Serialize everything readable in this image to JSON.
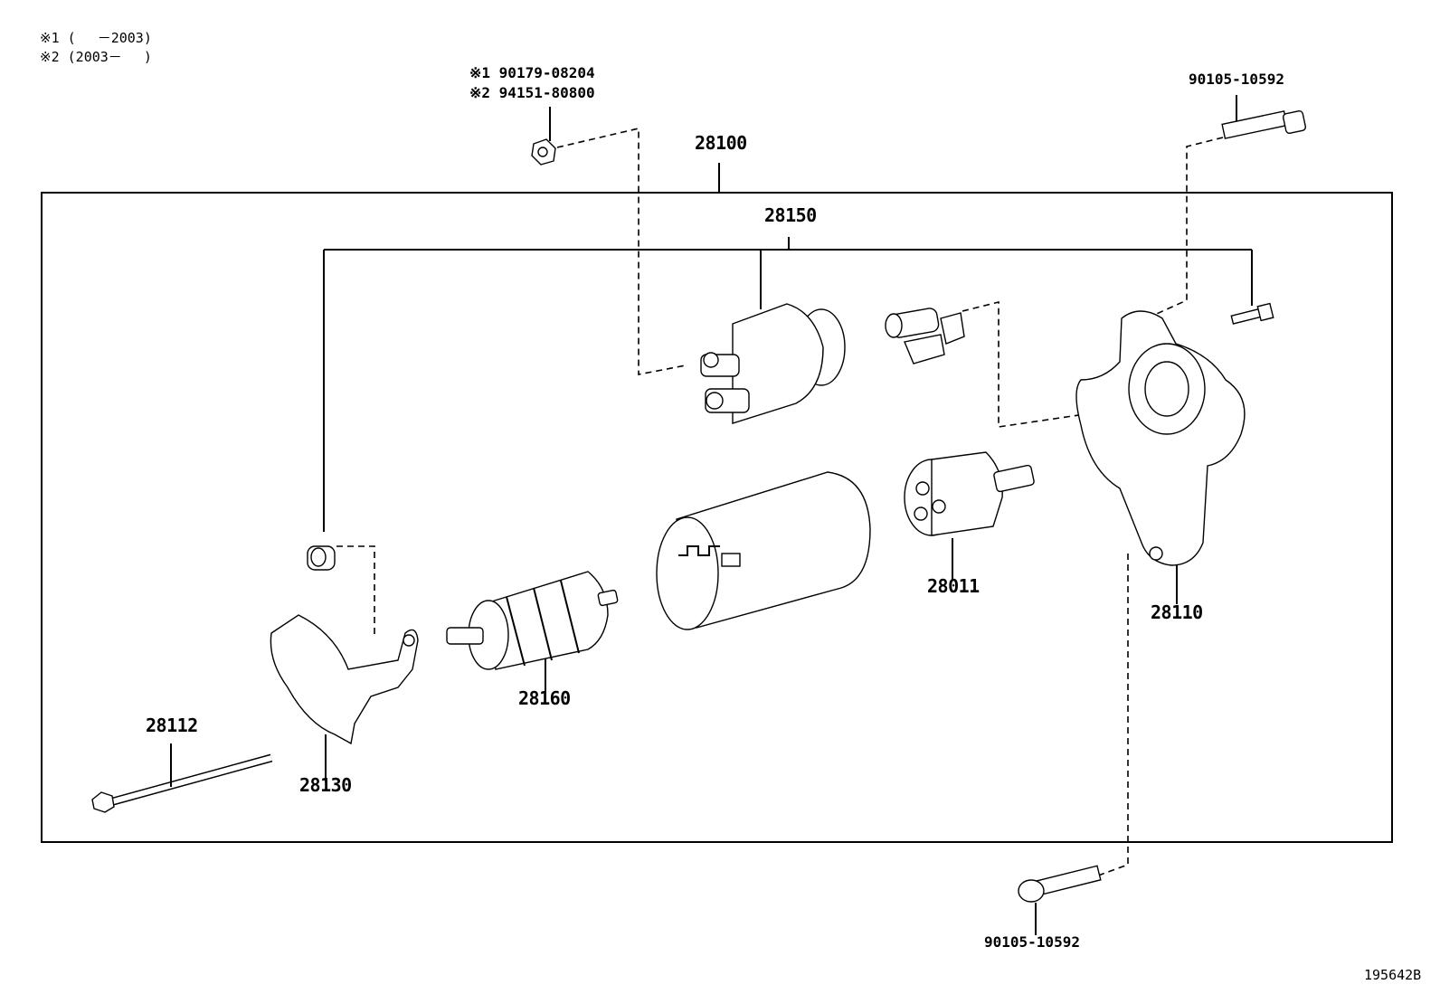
{
  "legend": {
    "note1": "※1 (　 －2003)",
    "note2": "※2 (2003－　 )"
  },
  "parts": {
    "p28100": "28100",
    "p28150": "28150",
    "p28011": "28011",
    "p28110": "28110",
    "p28160": "28160",
    "p28112": "28112",
    "p28130": "28130",
    "bolt_top_right": "90105-10592",
    "bolt_bottom": "90105-10592",
    "nut_alt1": "※1 90179-08204",
    "nut_alt2": "※2 94151-80800"
  },
  "figure_id": "195642B"
}
